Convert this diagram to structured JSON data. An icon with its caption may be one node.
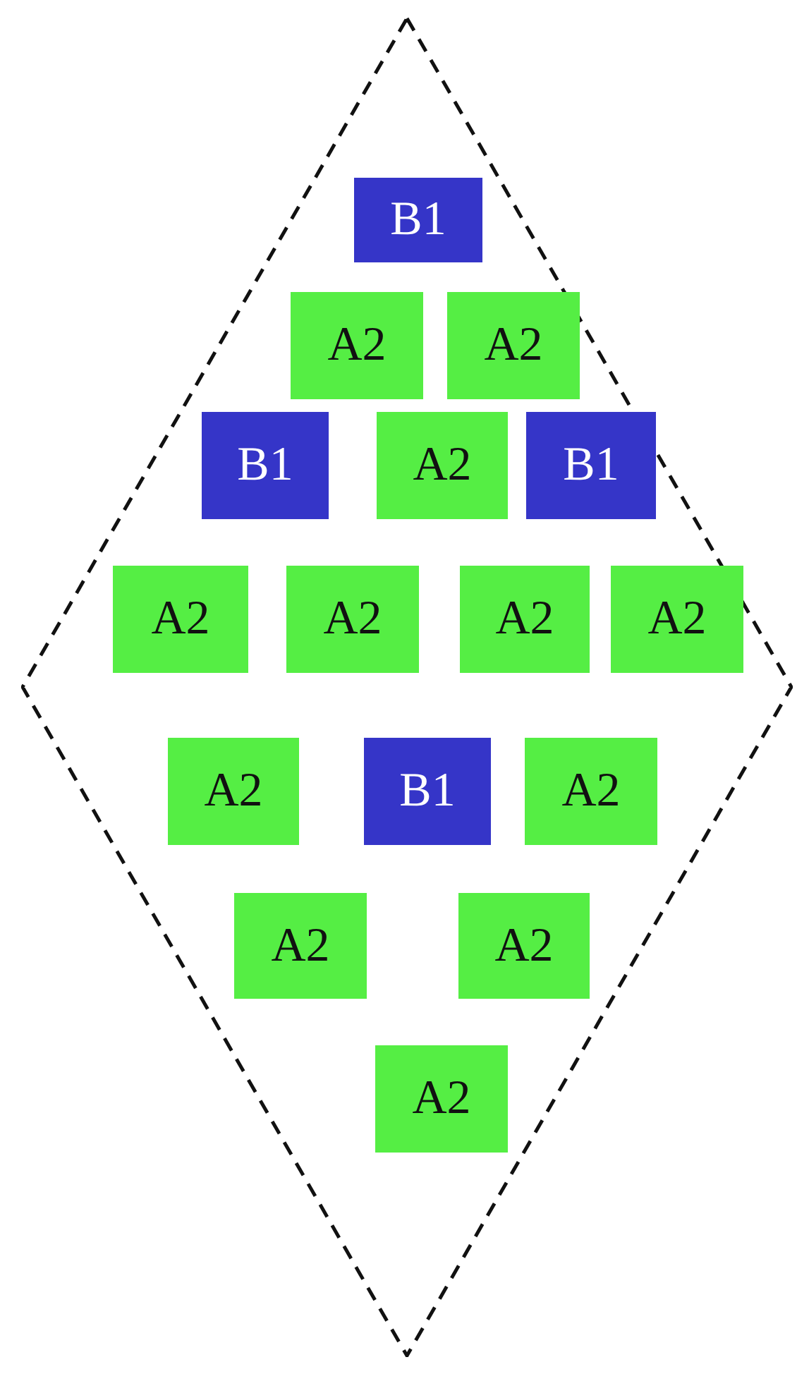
{
  "diagram": {
    "nodes": [
      {
        "text": [],
        "shape": "diamond"
      },
      {
        "text": [
          "B1"
        ],
        "in": 0
      },
      {
        "text": [
          "A2"
        ],
        "in": 0
      },
      {
        "text": [
          "A2"
        ],
        "in": 0
      },
      {
        "text": [
          "B1"
        ],
        "in": 0
      },
      {
        "text": [
          "A2"
        ],
        "in": 0
      },
      {
        "text": [
          "B1"
        ],
        "in": 0
      },
      {
        "text": [
          "A2"
        ],
        "in": 0
      },
      {
        "text": [
          "A2"
        ],
        "in": 0
      },
      {
        "text": [
          "A2"
        ],
        "in": 0
      },
      {
        "text": [
          "A2"
        ],
        "in": 0
      },
      {
        "text": [
          "A2"
        ],
        "in": 0
      },
      {
        "text": [
          "B1"
        ],
        "in": 0
      },
      {
        "text": [
          "A2"
        ],
        "in": 0
      },
      {
        "text": [
          "A2"
        ],
        "in": 0
      },
      {
        "text": [
          "A2"
        ],
        "in": 0
      },
      {
        "text": [
          "A2"
        ],
        "in": 0
      }
    ],
    "edges": []
  }
}
